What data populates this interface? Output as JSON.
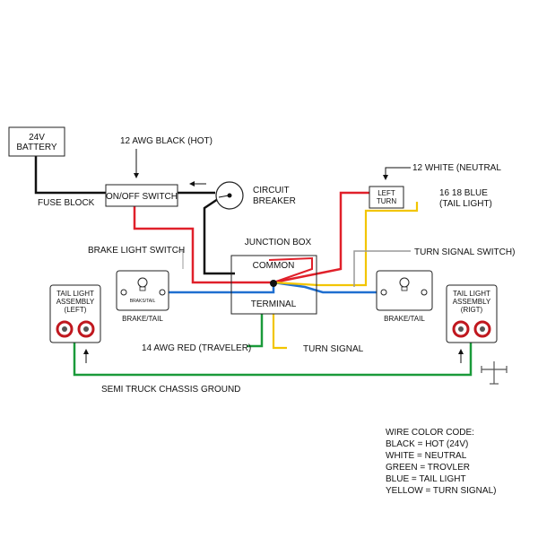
{
  "battery": "24V\nBATTERY",
  "fuse_block": "FUSE BLOCK",
  "onoff_switch": "ON/OFF SWITCH",
  "awg_black": "12 AWG BLACK (HOT)",
  "circuit_breaker": "CIRCUIT\nBREAKER",
  "white_neutral": "12 WHITE (NEUTRAL",
  "left_turn": "LEFT\nTURN",
  "blue_tail": "16 18 BLUE\n(TAIL LIGHT)",
  "junction_box": "JUNCTION BOX",
  "common": "COMMON",
  "terminal": "TERMINAL",
  "brake_light_switch": "BRAKE LIGHT SWITCH",
  "turn_signal_switch": "TURN SIGNAL SWITCH)",
  "brake_tail_left": "BRAKE/TAIL",
  "brake_tail_right": "BRAKE/TAIL",
  "brake_tail_small": "BRAKS/TAIL",
  "tail_left": "TAIL LIGHT\nASSEMBLY\n(LEFT)",
  "tail_right": "TAIL LIGHT\nASSEMBLY\n(RIGT)",
  "awg_red": "14 AWG RED (TRAVELER)",
  "turn_signal": "TURN SIGNAL",
  "chassis_ground": "SEMI TRUCK CHASSIS GROUND",
  "legend": {
    "title": "WIRE COLOR CODE:",
    "items": [
      "BLACK = HOT (24V)",
      "WHITE = NEUTRAL",
      "GREEN = TROVLER",
      "BLUE = TAIL LIGHT",
      "YELLOW = TURN SIGNAL)"
    ]
  },
  "colors": {
    "black": "#111111",
    "red": "#e0202a",
    "blue": "#1f6fd0",
    "green": "#1a9a3a",
    "yellow": "#f2c500",
    "gray": "#999999"
  }
}
